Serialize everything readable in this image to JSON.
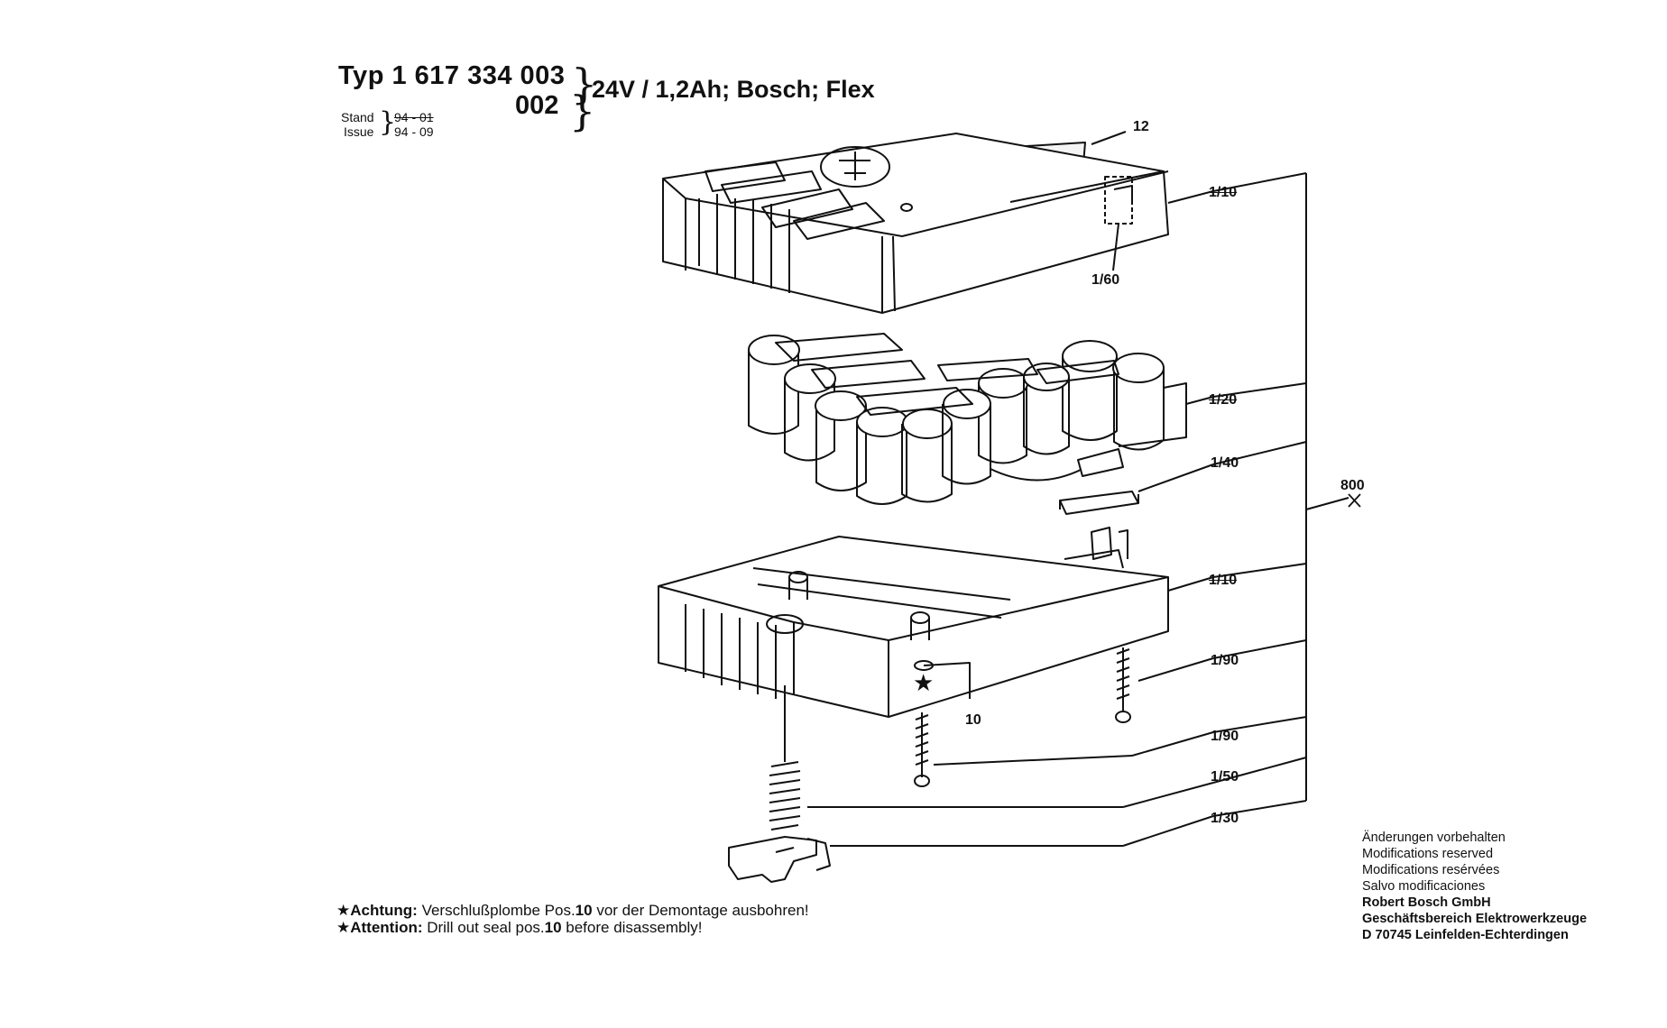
{
  "header": {
    "typ_line": "Typ 1 617 334 003",
    "typ_variant": "002",
    "spec": "24V / 1,2Ah; Bosch; Flex",
    "stand_label": "Stand",
    "stand_value": "94 - 01",
    "issue_label": "Issue",
    "issue_value": "94 - 09"
  },
  "callouts": {
    "c12": "12",
    "c1_10_top": "1/10",
    "c1_60": "1/60",
    "c1_20": "1/20",
    "c1_40": "1/40",
    "c800": "800",
    "c1_10_mid": "1/10",
    "c1_90_a": "1/90",
    "c10": "10",
    "c1_90_b": "1/90",
    "c1_50": "1/50",
    "c1_30": "1/30"
  },
  "notes": {
    "de_prefix": "★Achtung:",
    "de_text_a": "Verschlußplombe Pos.",
    "de_pos": "10",
    "de_text_b": " vor der Demontage ausbohren!",
    "en_prefix": "★Attention:",
    "en_text_a": "Drill out seal pos.",
    "en_pos": "10",
    "en_text_b": " before disassembly!"
  },
  "disclaimer": {
    "line1": "Änderungen vorbehalten",
    "line2": "Modifications reserved",
    "line3": "Modifications resérvées",
    "line4": "Salvo modificaciones",
    "company1": "Robert Bosch GmbH",
    "company2": "Geschäftsbereich Elektrowerkzeuge",
    "company3": "D 70745 Leinfelden-Echterdingen"
  },
  "colors": {
    "ink": "#111111",
    "paper": "#ffffff"
  }
}
